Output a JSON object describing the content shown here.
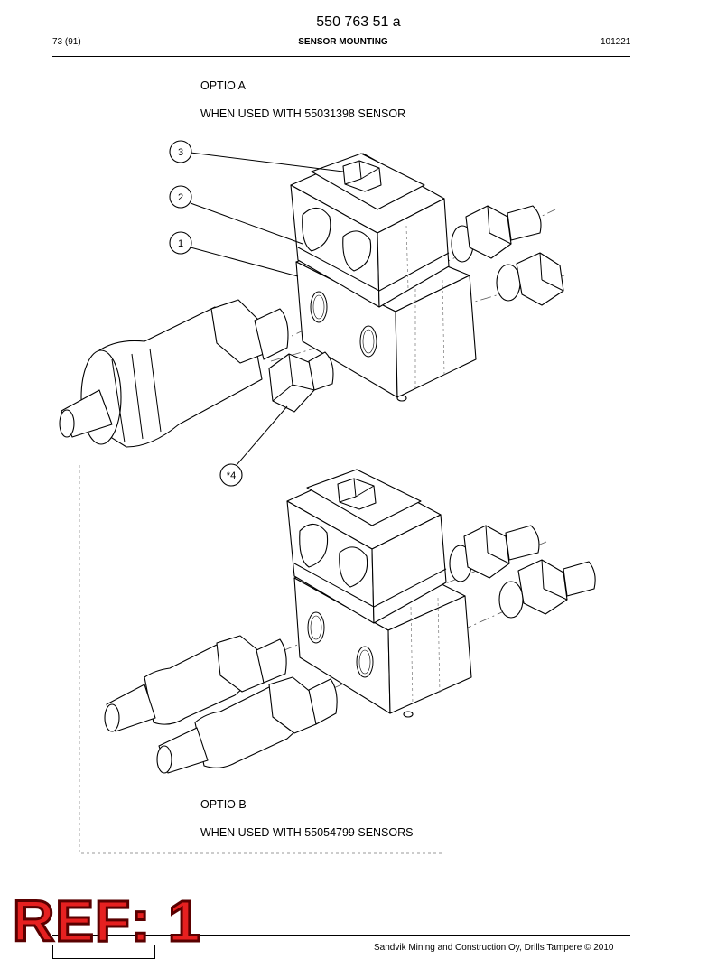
{
  "header": {
    "doc_number": "550 763 51 a",
    "page_ref": "73 (91)",
    "section_title": "SENSOR MOUNTING",
    "doc_date": "101221"
  },
  "option_a": {
    "label": "OPTIO  A",
    "note": "WHEN USED WITH 55031398 SENSOR"
  },
  "option_b": {
    "label": "OPTIO  B",
    "note": "WHEN USED WITH 55054799 SENSORS"
  },
  "callouts": [
    "3",
    "2",
    "1",
    "*4"
  ],
  "stamp": "REF: 1",
  "footer": {
    "text": "Sandvik Mining and Construction Oy, Drills Tampere © 2010"
  }
}
